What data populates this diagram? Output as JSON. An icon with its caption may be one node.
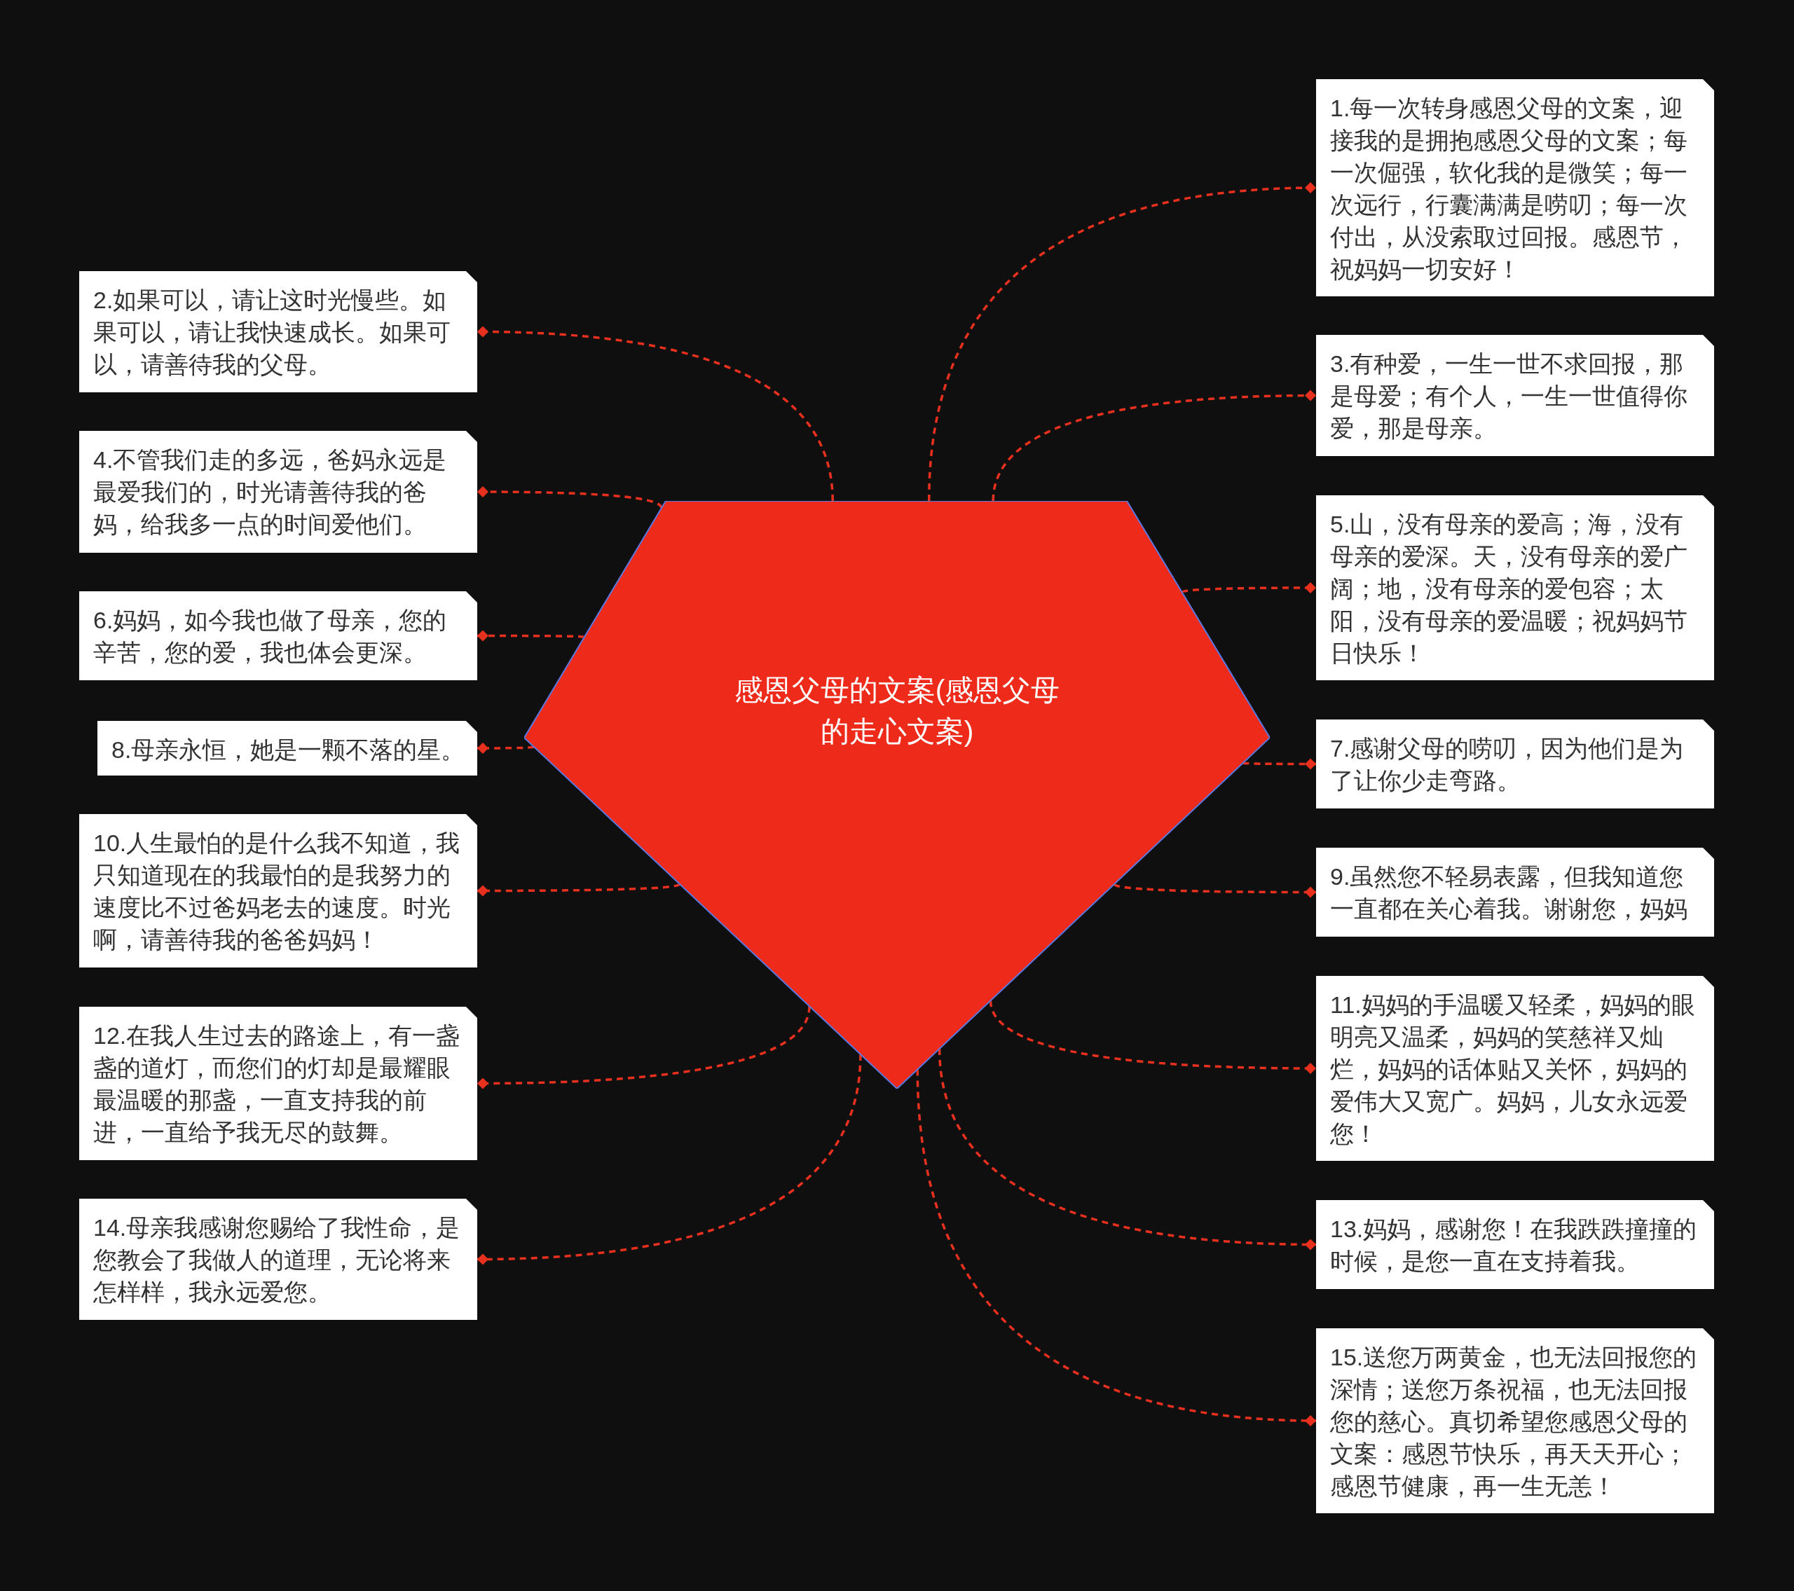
{
  "diagram": {
    "nodes": [
      {
        "text": [
          "感恩父母的文案(感恩父母的走心文案)"
        ]
      },
      {
        "text": [
          "1.每一次转身感恩父母的文案，迎接我的是拥抱感恩父母的文案；每一次倔强，软化我的是微笑；每一次远行，行囊满满是唠叨；每一次付出，从没索取过回报。感恩节，祝妈妈一切安好！"
        ]
      },
      {
        "text": [
          "2.如果可以，请让这时光慢些。如果可以，请让我快速成长。如果可以，请善待我的父母。"
        ]
      },
      {
        "text": [
          "3.有种爱，一生一世不求回报，那是母爱；有个人，一生一世值得你爱，那是母亲。"
        ]
      },
      {
        "text": [
          "4.不管我们走的多远，爸妈永远是最爱我们的，时光请善待我的爸妈，给我多一点的时间爱他们。"
        ]
      },
      {
        "text": [
          "5.山，没有母亲的爱高；海，没有母亲的爱深。天，没有母亲的爱广阔；地，没有母亲的爱包容；太阳，没有母亲的爱温暖；祝妈妈节日快乐！"
        ]
      },
      {
        "text": [
          "6.妈妈，如今我也做了母亲，您的辛苦，您的爱，我也体会更深。"
        ]
      },
      {
        "text": [
          "7.感谢父母的唠叨，因为他们是为了让你少走弯路。"
        ]
      },
      {
        "text": [
          "8.母亲永恒，她是一颗不落的星。"
        ]
      },
      {
        "text": [
          "9.虽然您不轻易表露，但我知道您一直都在关心着我。谢谢您，妈妈"
        ]
      },
      {
        "text": [
          "10.人生最怕的是什么我不知道，我只知道现在的我最怕的是我努力的速度比不过爸妈老去的速度。时光啊，请善待我的爸爸妈妈！"
        ]
      },
      {
        "text": [
          "11.妈妈的手温暖又轻柔，妈妈的眼明亮又温柔，妈妈的笑慈祥又灿烂，妈妈的话体贴又关怀，妈妈的爱伟大又宽广。妈妈，儿女永远爱您！"
        ]
      },
      {
        "text": [
          "12.在我人生过去的路途上，有一盏盏的道灯，而您们的灯却是最耀眼最温暖的那盏，一直支持我的前进，一直给予我无尽的鼓舞。"
        ]
      },
      {
        "text": [
          "13.妈妈，感谢您！在我跌跌撞撞的时候，是您一直在支持着我。"
        ]
      },
      {
        "text": [
          "14.母亲我感谢您赐给了我性命，是您教会了我做人的道理，无论将来怎样样，我永远爱您。"
        ]
      },
      {
        "text": [
          "15.送您万两黄金，也无法回报您的深情；送您万条祝福，也无法回报您的慈心。真切希望您感恩父母的文案：感恩节快乐，再天天开心；感恩节健康，再一生无恙！"
        ]
      }
    ],
    "edges": [
      {
        "from": 0,
        "to": 1,
        "arrow": "other",
        "style": "dashed"
      },
      {
        "from": 0,
        "to": 2,
        "arrow": "other",
        "style": "dashed"
      },
      {
        "from": 0,
        "to": 3,
        "arrow": "other",
        "style": "dashed"
      },
      {
        "from": 0,
        "to": 4,
        "arrow": "other",
        "style": "dashed"
      },
      {
        "from": 0,
        "to": 5,
        "arrow": "other",
        "style": "dashed"
      },
      {
        "from": 0,
        "to": 6,
        "arrow": "other",
        "style": "dashed"
      },
      {
        "from": 0,
        "to": 7,
        "arrow": "other",
        "style": "dashed"
      },
      {
        "from": 0,
        "to": 8,
        "arrow": "other",
        "style": "dashed"
      },
      {
        "from": 0,
        "to": 9,
        "arrow": "other",
        "style": "dashed"
      },
      {
        "from": 0,
        "to": 10,
        "arrow": "other",
        "style": "dashed"
      },
      {
        "from": 0,
        "to": 11,
        "arrow": "other",
        "style": "dashed"
      },
      {
        "from": 0,
        "to": 12,
        "arrow": "other",
        "style": "dashed"
      },
      {
        "from": 0,
        "to": 13,
        "arrow": "other",
        "style": "dashed"
      },
      {
        "from": 0,
        "to": 14,
        "arrow": "other",
        "style": "dashed"
      },
      {
        "from": 0,
        "to": 15,
        "arrow": "other",
        "style": "dashed"
      }
    ]
  }
}
